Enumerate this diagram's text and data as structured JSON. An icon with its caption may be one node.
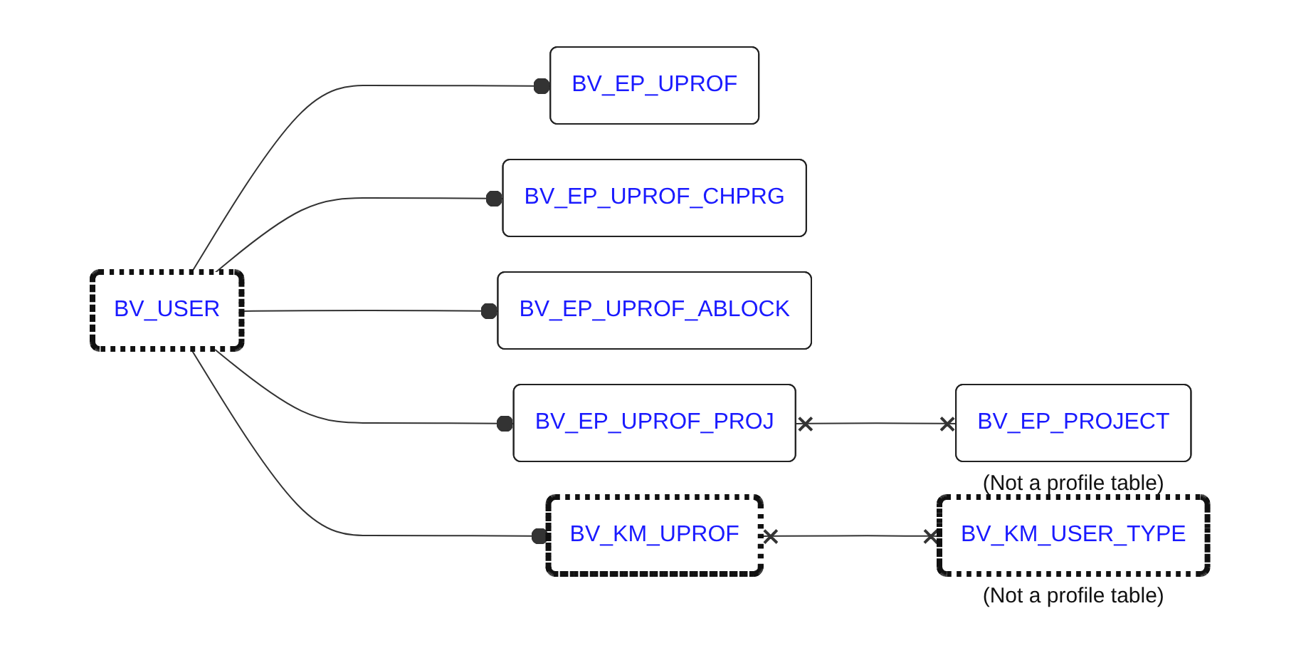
{
  "diagram": {
    "nodes": [
      {
        "text": [
          "BV_USER"
        ]
      },
      {
        "text": [
          "BV_EP_UPROF"
        ]
      },
      {
        "text": [
          "BV_EP_UPROF_CHPRG"
        ]
      },
      {
        "text": [
          "BV_EP_UPROF_ABLOCK"
        ]
      },
      {
        "text": [
          "BV_EP_UPROF_PROJ"
        ]
      },
      {
        "text": [
          "BV_EP_PROJECT"
        ],
        "beside": [
          "(Not a profile table)"
        ]
      },
      {
        "text": [
          "BV_KM_UPROF"
        ]
      },
      {
        "text": [
          "BV_KM_USER_TYPE"
        ],
        "beside": [
          "(Not a profile table)"
        ]
      }
    ],
    "edges": [
      {
        "from": 0,
        "to": 1,
        "arrow": "other"
      },
      {
        "from": 0,
        "to": 2,
        "arrow": "other"
      },
      {
        "from": 0,
        "to": 3,
        "arrow": "other"
      },
      {
        "from": 0,
        "to": 4,
        "arrow": "other"
      },
      {
        "from": 4,
        "to": 5,
        "arrow": "other"
      },
      {
        "from": 0,
        "to": 6,
        "arrow": "other"
      },
      {
        "from": 6,
        "to": 7,
        "arrow": "other"
      }
    ]
  }
}
